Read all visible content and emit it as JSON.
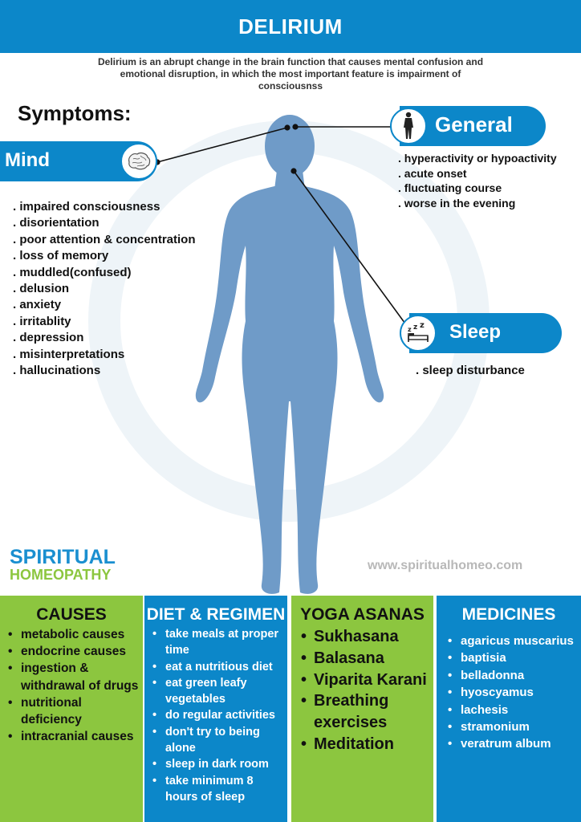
{
  "header": {
    "title": "DELIRIUM"
  },
  "intro": "Delirium is an abrupt change in the brain function that causes mental confusion and emotional disruption, in which the most important feature is impairment of consciousnss",
  "symptoms_heading": "Symptoms:",
  "mind": {
    "label": "Mind",
    "icon": "brain-icon",
    "items": [
      "impaired consciousness",
      "disorientation",
      "poor attention & concentration",
      "loss of memory",
      "muddled(confused)",
      "delusion",
      "anxiety",
      "irritablity",
      "depression",
      "misinterpretations",
      "hallucinations"
    ]
  },
  "general": {
    "label": "General",
    "icon": "person-icon",
    "items": [
      "hyperactivity or hypoactivity",
      "acute onset",
      "fluctuating course",
      "worse in the evening"
    ]
  },
  "sleep": {
    "label": "Sleep",
    "icon": "bed-zzz-icon",
    "items": [
      "sleep disturbance"
    ]
  },
  "brand": {
    "line1": "SPIRITUAL",
    "line2": "HOMEOPATHY",
    "website": "www.spiritualhomeo.com"
  },
  "causes": {
    "title": "CAUSES",
    "items": [
      "metabolic causes",
      "endocrine causes",
      "ingestion & withdrawal of drugs",
      "nutritional deficiency",
      "intracranial causes"
    ]
  },
  "diet": {
    "title": "DIET & REGIMEN",
    "items": [
      "take meals at proper time",
      "eat a nutritious diet",
      "eat green leafy vegetables",
      "do regular activities",
      "don't try to being alone",
      "sleep in dark room",
      "take minimum 8 hours of sleep"
    ]
  },
  "yoga": {
    "title": "YOGA ASANAS",
    "items": [
      "Sukhasana",
      "Balasana",
      "Viparita Karani",
      "Breathing exercises",
      "Meditation"
    ]
  },
  "medicines": {
    "title": "MEDICINES",
    "items": [
      "agaricus muscarius",
      "baptisia",
      "belladonna",
      "hyoscyamus",
      "lachesis",
      "stramonium",
      "veratrum album"
    ]
  },
  "colors": {
    "blue": "#0c87c9",
    "green": "#8cc63f",
    "body": "#6f9bc8"
  }
}
